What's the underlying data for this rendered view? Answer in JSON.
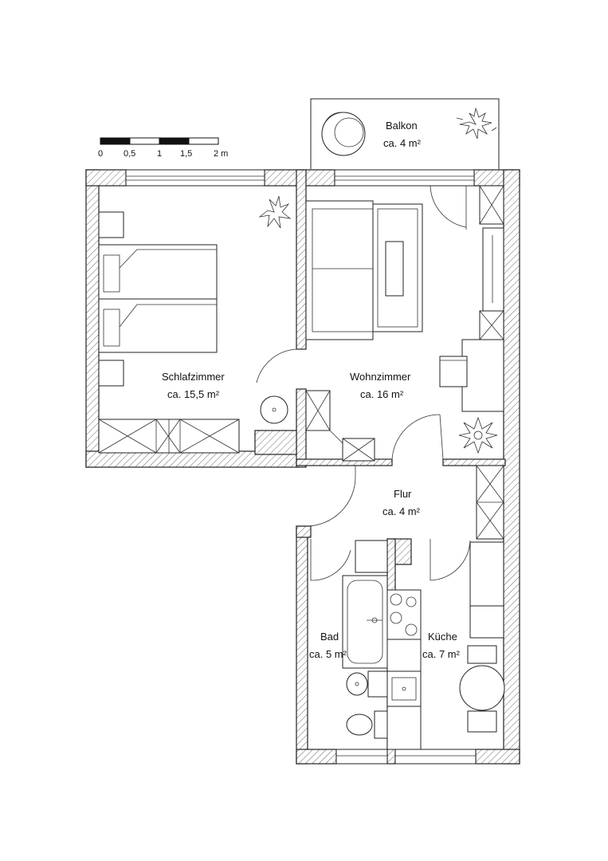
{
  "scale_bar": {
    "ticks": [
      "0",
      "0,5",
      "1",
      "1,5",
      "2 m"
    ]
  },
  "rooms": {
    "balkon": {
      "name": "Balkon",
      "area": "ca. 4 m²"
    },
    "schlafzimmer": {
      "name": "Schlafzimmer",
      "area": "ca. 15,5 m²"
    },
    "wohnzimmer": {
      "name": "Wohnzimmer",
      "area": "ca. 16 m²"
    },
    "flur": {
      "name": "Flur",
      "area": "ca. 4 m²"
    },
    "bad": {
      "name": "Bad",
      "area": "ca. 5 m²"
    },
    "kueche": {
      "name": "Küche",
      "area": "ca. 7 m²"
    }
  },
  "colors": {
    "line": "#222222",
    "background": "#ffffff"
  }
}
